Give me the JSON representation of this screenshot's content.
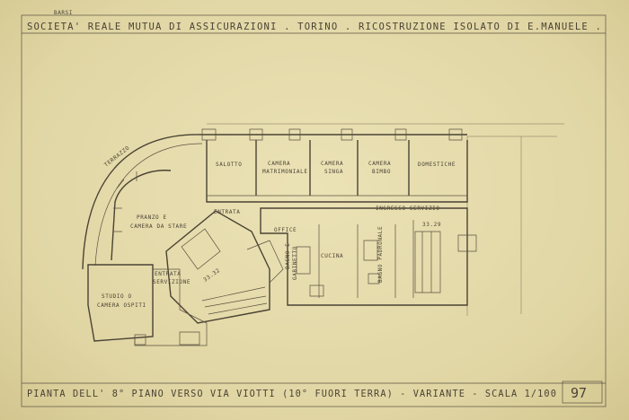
{
  "sheet": {
    "header_note": "BARSI",
    "title": "SOCIETA' REALE MUTUA DI ASSICURAZIONI . TORINO . RICOSTRUZIONE ISOLATO DI E.MANUELE .",
    "caption": "PIANTA DELL' 8° PIANO VERSO VIA VIOTTI (10° FUORI TERRA) - VARIANTE - SCALA 1/100",
    "sheet_number": "97"
  },
  "rooms": {
    "salotto": "SALOTTO",
    "camera_matrimoniale_1": "CAMERA",
    "camera_matrimoniale_2": "MATRIMONIALE",
    "camera_singola_1": "CAMERA",
    "camera_singola_2": "SINGA",
    "camera_bimbo_1": "CAMERA",
    "camera_bimbo_2": "BIMBO",
    "domestiche": "DOMESTICHE",
    "terrazzo": "TERRAZZO",
    "pranzo_1": "PRANZO E",
    "pranzo_2": "CAMERA DA STARE",
    "entrata_top": "ENTRATA",
    "office": "OFFICE",
    "ingresso_servizio": "INGRESSO SERVIZIO",
    "cucina": "CUCINA",
    "bagno_1": "BAGNO E",
    "bagno_2": "GABINETTO",
    "bagno_right": "BAGNO PADRONALE",
    "studio_1": "STUDIO O",
    "studio_2": "CAMERA OSPITI",
    "entrata_low_1": "ENTRATA",
    "entrata_low_2": "SERVIZIONE",
    "stair_mark_left": "33.32",
    "stair_mark_right": "33.29"
  }
}
